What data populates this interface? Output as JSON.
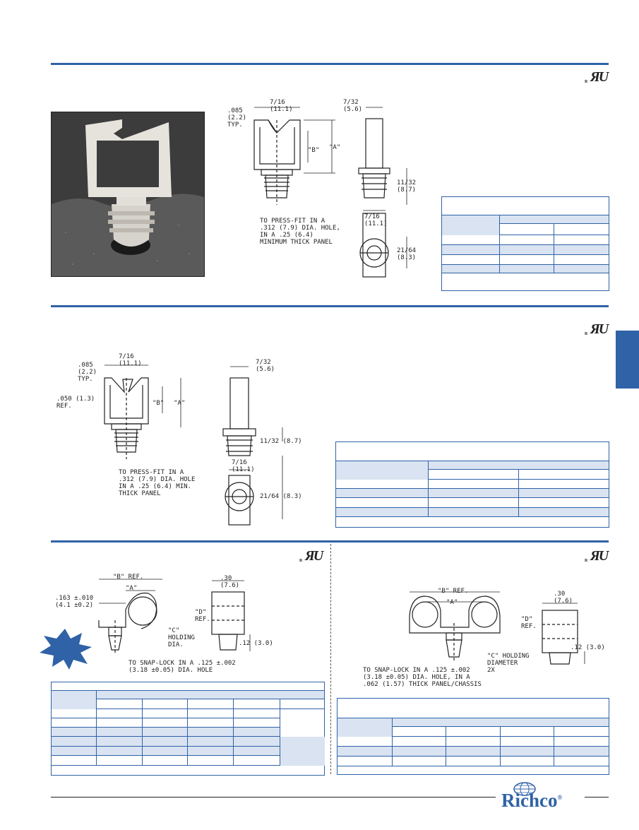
{
  "brand": {
    "name": "Richco",
    "registered": "®",
    "accent": "#2f62a6",
    "shade": "#d9e3f1"
  },
  "icons": {
    "certification": "ul-recognized-icon",
    "logo_globe": "globe-icon",
    "new_badge": "starburst-icon"
  },
  "section1": {
    "ul_mark": "R",
    "dims": {
      "d1": ".085\n(2.2)\nTYP.",
      "d2": "7/16\n(11.1)",
      "d3": "\"B\"",
      "d4": "\"A\"",
      "d5": "7/32\n(5.6)",
      "d6": "11/32\n(8.7)",
      "d7": "7/16\n(11.1)",
      "d8": "21/64\n(8.3)",
      "note": "TO PRESS-FIT IN A\n.312 (7.9) DIA. HOLE,\nIN A .25 (6.4)\nMINIMUM THICK PANEL"
    }
  },
  "section2": {
    "ul_mark": "R",
    "dims": {
      "d1": ".085\n(2.2)\nTYP.",
      "d2": "7/16\n(11.1)",
      "d3": ".050 (1.3)\nREF.",
      "d4": "\"B\"",
      "d5": "\"A\"",
      "d6": "7/32\n(5.6)",
      "d7": "11/32 (8.7)",
      "d8": "7/16\n(11.1)",
      "d9": "21/64 (8.3)",
      "note": "TO PRESS-FIT IN A\n.312 (7.9) DIA. HOLE\nIN A .25 (6.4) MIN.\nTHICK PANEL"
    }
  },
  "section3": {
    "ul_mark": "R",
    "dims": {
      "d1": "\"B\" REF.",
      "d2": "\"A\"",
      "d3": ".163 ±.010\n(4.1 ±0.2)",
      "d4": "\"C\"\nHOLDING\nDIA.",
      "d5": ".30\n(7.6)",
      "d6": "\"D\"\nREF.",
      "d7": ".12 (3.0)",
      "note": "TO SNAP-LOCK IN A .125 ±.002\n(3.18 ±0.05) DIA. HOLE"
    }
  },
  "section4": {
    "ul_mark": "R",
    "dims": {
      "d1": "\"B\" REF.",
      "d2": "\"A\"",
      "d3": ".30\n(7.6)",
      "d4": "\"D\"\nREF.",
      "d5": ".12 (3.0)",
      "d6": "\"C\" HOLDING\nDIAMETER\n2X",
      "note": "TO SNAP-LOCK IN A .125 ±.002\n(3.18 ±0.05) DIA. HOLE, IN A\n.062 (1.57) THICK PANEL/CHASSIS"
    }
  }
}
